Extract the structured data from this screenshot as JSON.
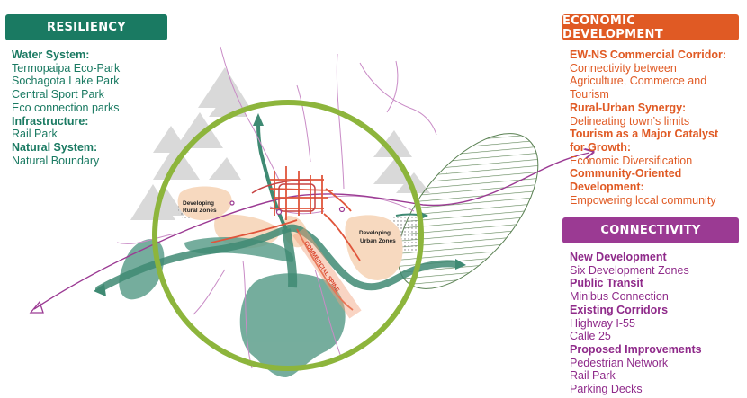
{
  "resiliency": {
    "title": "RESILIENCY",
    "items": [
      {
        "text": "Water System:",
        "bold": true
      },
      {
        "text": "Termopaipa Eco-Park",
        "bold": false
      },
      {
        "text": "Sochagota Lake Park",
        "bold": false
      },
      {
        "text": "Central Sport Park",
        "bold": false
      },
      {
        "text": "Eco connection parks",
        "bold": false
      },
      {
        "text": "Infrastructure:",
        "bold": true
      },
      {
        "text": "Rail Park",
        "bold": false
      },
      {
        "text": "Natural System:",
        "bold": true
      },
      {
        "text": "Natural Boundary",
        "bold": false
      }
    ]
  },
  "economic": {
    "title": "ECONOMIC DEVELOPMENT",
    "items": [
      {
        "text": "EW-NS Commercial Corridor:",
        "bold": true
      },
      {
        "text": "Connectivity between",
        "bold": false
      },
      {
        "text": "Agriculture, Commerce and",
        "bold": false
      },
      {
        "text": "Tourism",
        "bold": false
      },
      {
        "text": "Rural-Urban Synergy:",
        "bold": true
      },
      {
        "text": "Delineating town’s limits",
        "bold": false
      },
      {
        "text": "Tourism as a Major Catalyst",
        "bold": true
      },
      {
        "text": "for Growth:",
        "bold": true
      },
      {
        "text": "Economic Diversification",
        "bold": false
      },
      {
        "text": "Community-Oriented",
        "bold": true
      },
      {
        "text": "Development:",
        "bold": true
      },
      {
        "text": "Empowering local community",
        "bold": false
      }
    ]
  },
  "connectivity": {
    "title": "CONNECTIVITY",
    "items": [
      {
        "text": "New Development",
        "bold": true
      },
      {
        "text": "Six Development Zones",
        "bold": false
      },
      {
        "text": "Public Transit",
        "bold": true
      },
      {
        "text": "Minibus Connection",
        "bold": false
      },
      {
        "text": "Existing Corridors",
        "bold": true
      },
      {
        "text": "Highway I-55",
        "bold": false
      },
      {
        "text": "Calle 25",
        "bold": false
      },
      {
        "text": "Proposed Improvements",
        "bold": true
      },
      {
        "text": "Pedestrian Network",
        "bold": false
      },
      {
        "text": "Rail Park",
        "bold": false
      },
      {
        "text": "Parking Decks",
        "bold": false
      }
    ]
  },
  "map": {
    "labels": {
      "rural_line1": "Developing",
      "rural_line2": "Rural Zones",
      "urban_line1": "Developing",
      "urban_line2": "Urban Zones",
      "spine": "COMMERCIAL SPINE"
    },
    "colors": {
      "resiliency": "#1a7a62",
      "economic": "#e05a24",
      "connectivity": "#9b3a93",
      "ring": "#8db53c",
      "water": "#5e9f8c",
      "development": "#f7d9bf",
      "mountains": "#d6d6d6"
    }
  }
}
